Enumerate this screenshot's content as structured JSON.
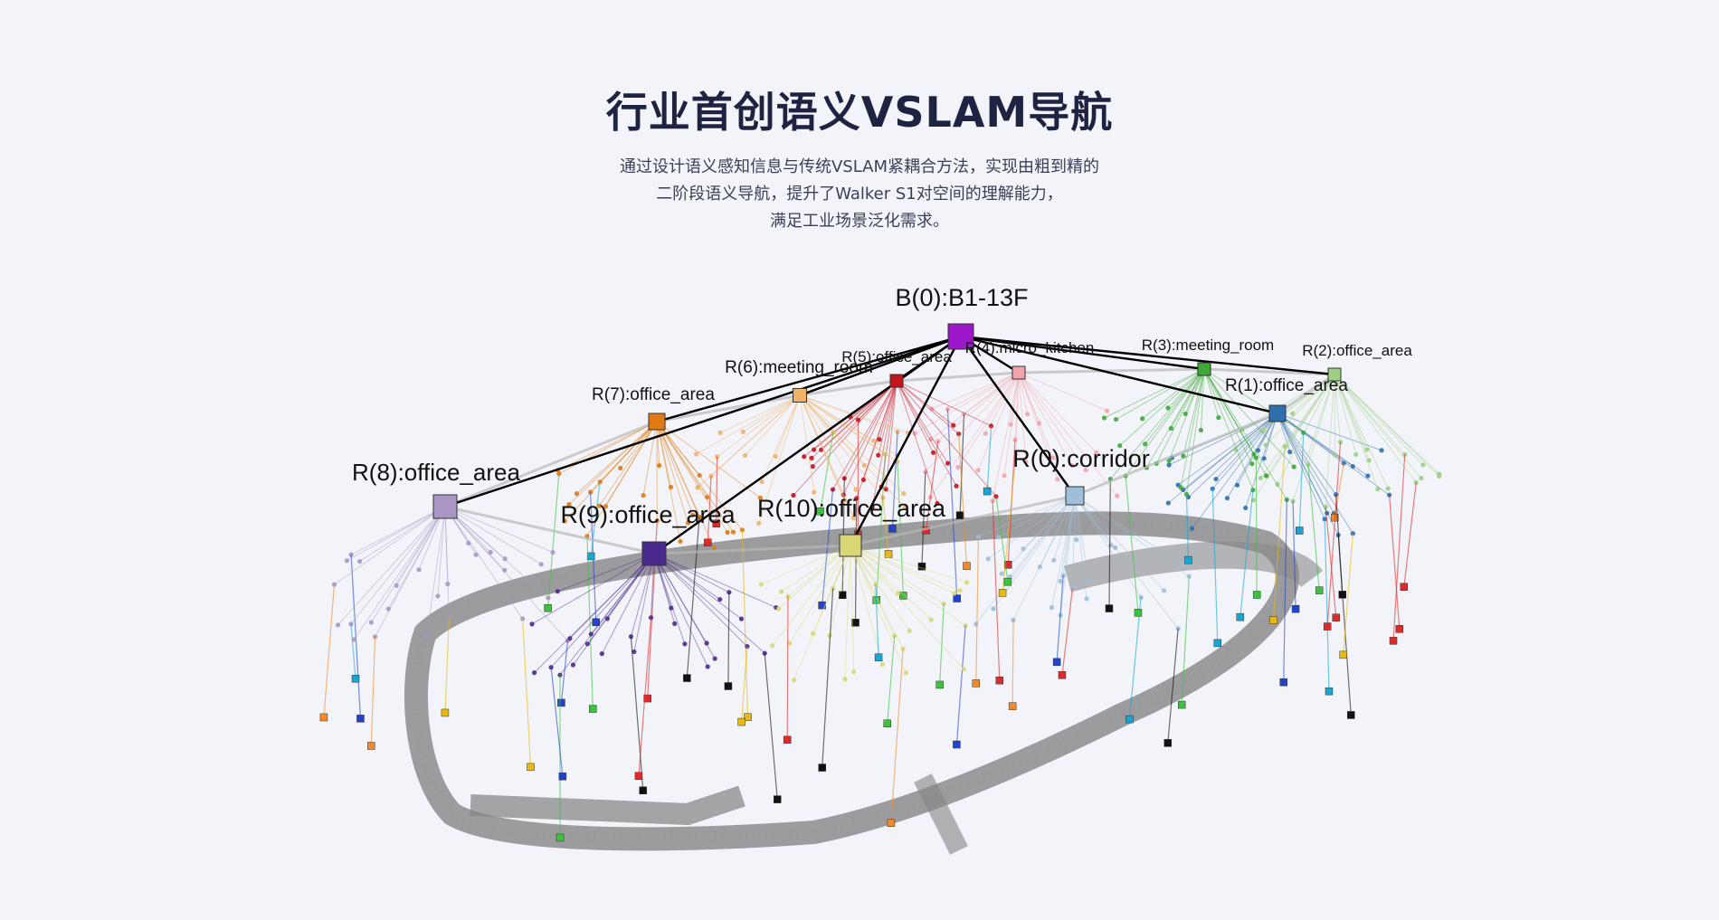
{
  "header": {
    "title": "行业首创语义VSLAM导航",
    "desc": [
      "通过设计语义感知信息与传统VSLAM紧耦合方法，实现由粗到精的",
      "二阶段语义导航，提升了Walker S1对空间的理解能力，",
      "满足工业场景泛化需求。"
    ]
  },
  "scene_graph": {
    "building": {
      "label": "B(0):B1-13F",
      "color": "#9b17c9"
    },
    "rooms": [
      {
        "label": "R(0):corridor",
        "color": "#9fbfd8"
      },
      {
        "label": "R(1):office_area",
        "color": "#2f6fae"
      },
      {
        "label": "R(2):office_area",
        "color": "#9fcf84"
      },
      {
        "label": "R(3):meeting_room",
        "color": "#3ea838"
      },
      {
        "label": "R(4):micro_kitchen",
        "color": "#f2a4ad"
      },
      {
        "label": "R(5):office_area",
        "color": "#c4141c"
      },
      {
        "label": "R(6):meeting_room",
        "color": "#f0b26a"
      },
      {
        "label": "R(7):office_area",
        "color": "#e07a12"
      },
      {
        "label": "R(8):office_area",
        "color": "#a996c4"
      },
      {
        "label": "R(9):office_area",
        "color": "#4b2a8e"
      },
      {
        "label": "R(10):office_area",
        "color": "#d9d776"
      }
    ]
  }
}
